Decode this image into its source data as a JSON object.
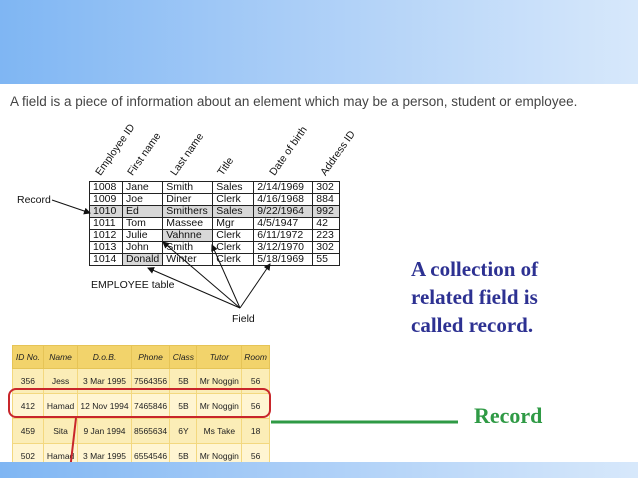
{
  "intro_text": "A field is a piece of information about an element which may be a person, student or employee.",
  "employee_diagram": {
    "column_headers": [
      "Employee ID",
      "First name",
      "Last name",
      "Title",
      "Date of birth",
      "Address ID"
    ],
    "rows": [
      [
        "1008",
        "Jane",
        "Smith",
        "Sales",
        "2/14/1969",
        "302"
      ],
      [
        "1009",
        "Joe",
        "Diner",
        "Clerk",
        "4/16/1968",
        "884"
      ],
      [
        "1010",
        "Ed",
        "Smithers",
        "Sales",
        "9/22/1964",
        "992"
      ],
      [
        "1011",
        "Tom",
        "Massee",
        "Mgr",
        "4/5/1947",
        "42"
      ],
      [
        "1012",
        "Julie",
        "Vahnne",
        "Clerk",
        "6/11/1972",
        "223"
      ],
      [
        "1013",
        "John",
        "Smith",
        "Clerk",
        "3/12/1970",
        "302"
      ],
      [
        "1014",
        "Donald",
        "Winter",
        "Clerk",
        "5/18/1969",
        "55"
      ]
    ],
    "record_label": "Record",
    "field_label": "Field",
    "table_caption": "EMPLOYEE table"
  },
  "callout": {
    "lines": [
      "A collection of",
      "related field is",
      "called record."
    ],
    "color": "#2d3192"
  },
  "student_table": {
    "headers": [
      "ID No.",
      "Name",
      "D.o.B.",
      "Phone",
      "Class",
      "Tutor",
      "Room"
    ],
    "rows": [
      [
        "356",
        "Jess",
        "3 Mar 1995",
        "7564356",
        "5B",
        "Mr Noggin",
        "56"
      ],
      [
        "412",
        "Hamad",
        "12 Nov 1994",
        "7465846",
        "5B",
        "Mr Noggin",
        "56"
      ],
      [
        "459",
        "Sita",
        "9 Jan 1994",
        "8565634",
        "6Y",
        "Ms Take",
        "18"
      ],
      [
        "502",
        "Hamad",
        "3 Mar 1995",
        "6554546",
        "5B",
        "Mr Noggin",
        "56"
      ]
    ],
    "highlight_color": "#c8262b"
  },
  "record_callout": {
    "label": "Record",
    "color": "#2f9a45"
  }
}
